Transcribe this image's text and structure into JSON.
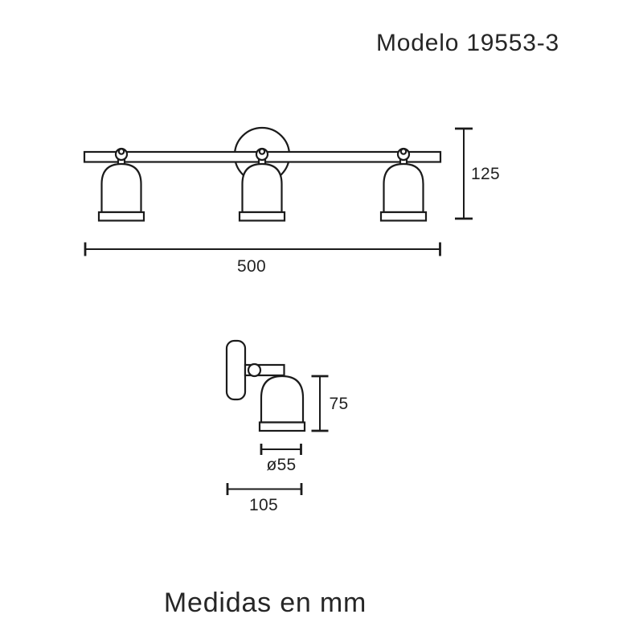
{
  "title": "Modelo 19553-3",
  "caption": "Medidas en mm",
  "colors": {
    "ink": "#1b1b1b",
    "background": "#ffffff"
  },
  "front_view": {
    "height_label": "125",
    "width_label": "500"
  },
  "side_view": {
    "height_label": "75",
    "diameter_label": "ø55",
    "width_label": "105"
  }
}
